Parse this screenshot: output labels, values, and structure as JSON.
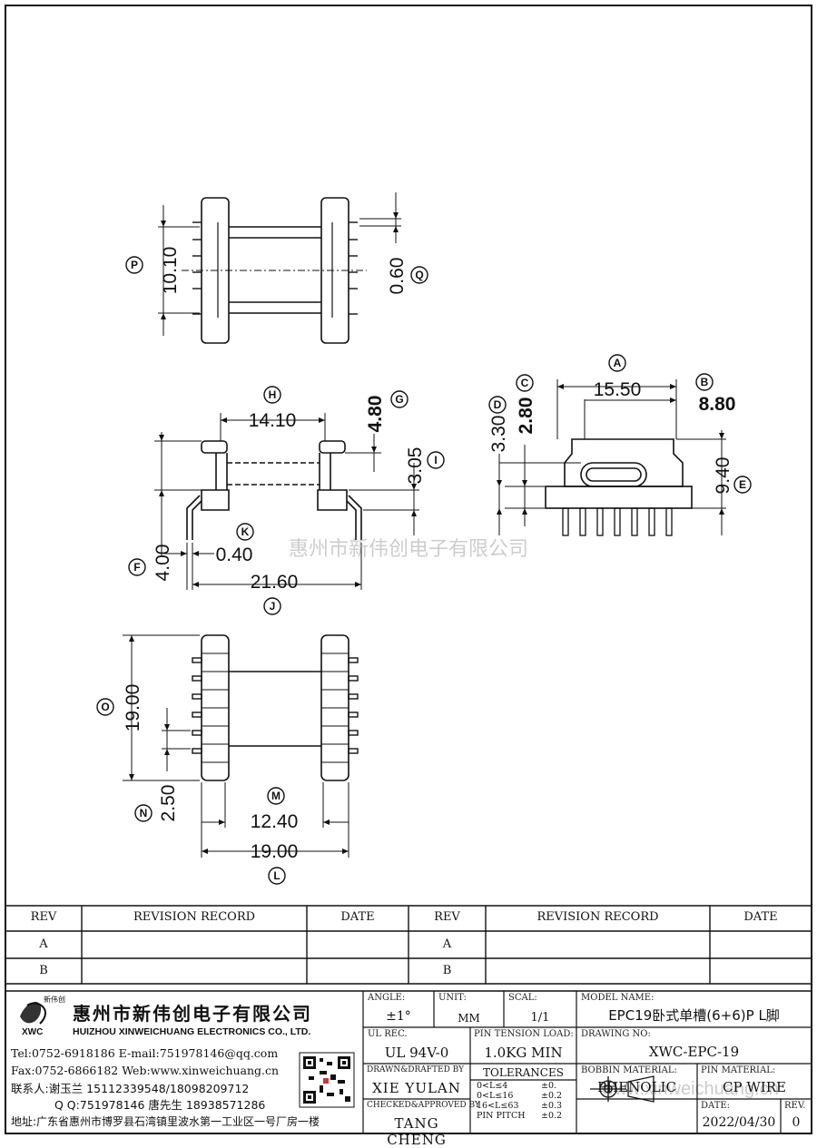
{
  "watermark": "惠州市新伟创电子有限公司",
  "watermark_url": "www.xinweichuang.cn",
  "dimensions": {
    "p": "10.10",
    "q": "0.60",
    "h": "14.10",
    "g": "4.80",
    "i": "3.05",
    "k": "0.40",
    "f": "4.00",
    "j": "21.60",
    "a": "15.50",
    "b": "8.80",
    "c": "2.80",
    "d": "3.30",
    "e": "9.40",
    "o": "19.00",
    "n": "2.50",
    "m": "12.40",
    "l": "19.00"
  },
  "callouts": [
    "P",
    "Q",
    "H",
    "G",
    "I",
    "K",
    "F",
    "J",
    "A",
    "B",
    "C",
    "D",
    "E",
    "O",
    "N",
    "M",
    "L"
  ],
  "revision": {
    "header": {
      "rev": "REV",
      "record": "REVISION RECORD",
      "date": "DATE"
    },
    "rows": [
      "A",
      "B"
    ]
  },
  "company": {
    "logo_text": "XWC",
    "logo_cn": "新伟创",
    "name_cn": "惠州市新伟创电子有限公司",
    "name_en": "HUIZHOU XINWEICHUANG ELECTRONICS CO., LTD.",
    "tel": "Tel:0752-6918186 E-mail:751978146@qq.com",
    "fax": "Fax:0752-6866182 Web:www.xinweichuang.cn",
    "contact": "联系人:谢玉兰 15112339548/18098209712",
    "qq": "Q Q:751978146   唐先生 18938571286",
    "address": "地址:广东省惠州市博罗县石湾镇里波水第一工业区一号厂房一楼"
  },
  "titleblock": {
    "angle_label": "ANGLE:",
    "angle": "±1°",
    "unit_label": "UNIT:",
    "unit": "MM",
    "scale_label": "SCAL:",
    "scale": "1/1",
    "model_label": "MODEL NAME:",
    "model": "EPC19卧式单槽(6+6)P L脚",
    "ul_label": "UL REC.",
    "ul": "UL 94V-0",
    "pin_tension_label": "PIN TENSION LOAD:",
    "pin_tension": "1.0KG MIN",
    "drawing_label": "DRAWING NO:",
    "drawing": "XWC-EPC-19",
    "drafted_label": "DRAWN&DRAFTED BY",
    "drafted": "XIE YULAN",
    "tolerances_label": "TOLERANCES",
    "tol_ranges": [
      "0<L≤4",
      "0<L≤16",
      "16<L≤63",
      "PIN PITCH"
    ],
    "tol_values": [
      "±0.",
      "±0.2",
      "±0.3",
      "±0.2"
    ],
    "bobbin_label": "BOBBIN MATERIAL:",
    "bobbin": "PHENOLIC",
    "pin_mat_label": "PIN MATERIAL:",
    "pin_mat": "CP WIRE",
    "checked_label": "CHECKED&APPROVED BY",
    "checked": "TANG CHENG",
    "date_label": "DATE:",
    "date": "2022/04/30",
    "rev_label": "REV.",
    "rev": "0"
  }
}
